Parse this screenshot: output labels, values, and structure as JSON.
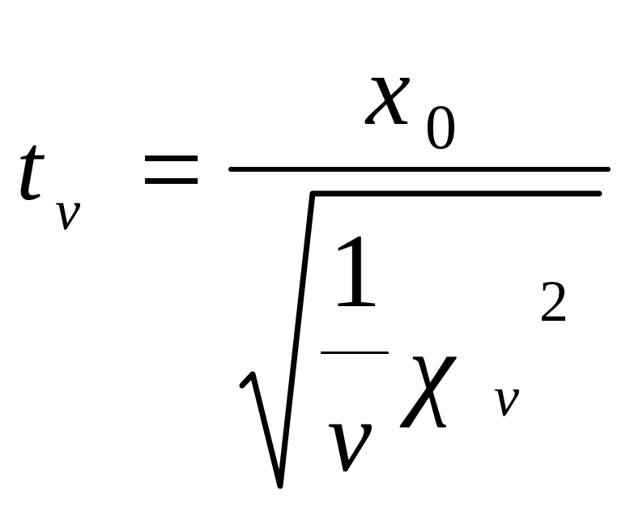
{
  "formula": {
    "lhs": {
      "symbol": "t",
      "subscript": "v"
    },
    "relation": "=",
    "numerator": {
      "symbol": "x",
      "subscript": "0"
    },
    "denominator": {
      "fraction_numerator": "1",
      "fraction_denominator": "v",
      "symbol": "χ",
      "subscript": "v",
      "superscript": "2"
    }
  },
  "colors": {
    "ink": "#000000",
    "background": "#ffffff"
  }
}
